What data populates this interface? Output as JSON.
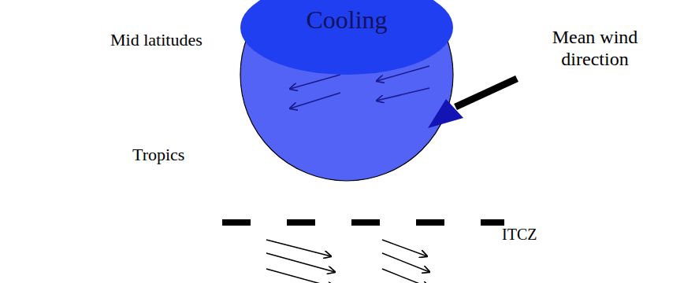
{
  "diagram": {
    "nodes": [
      {
        "text": [
          "Cooling"
        ]
      }
    ],
    "labels": [
      "Mid latitudes",
      "Tropics",
      "Mean wind direction",
      "ITCZ"
    ]
  }
}
